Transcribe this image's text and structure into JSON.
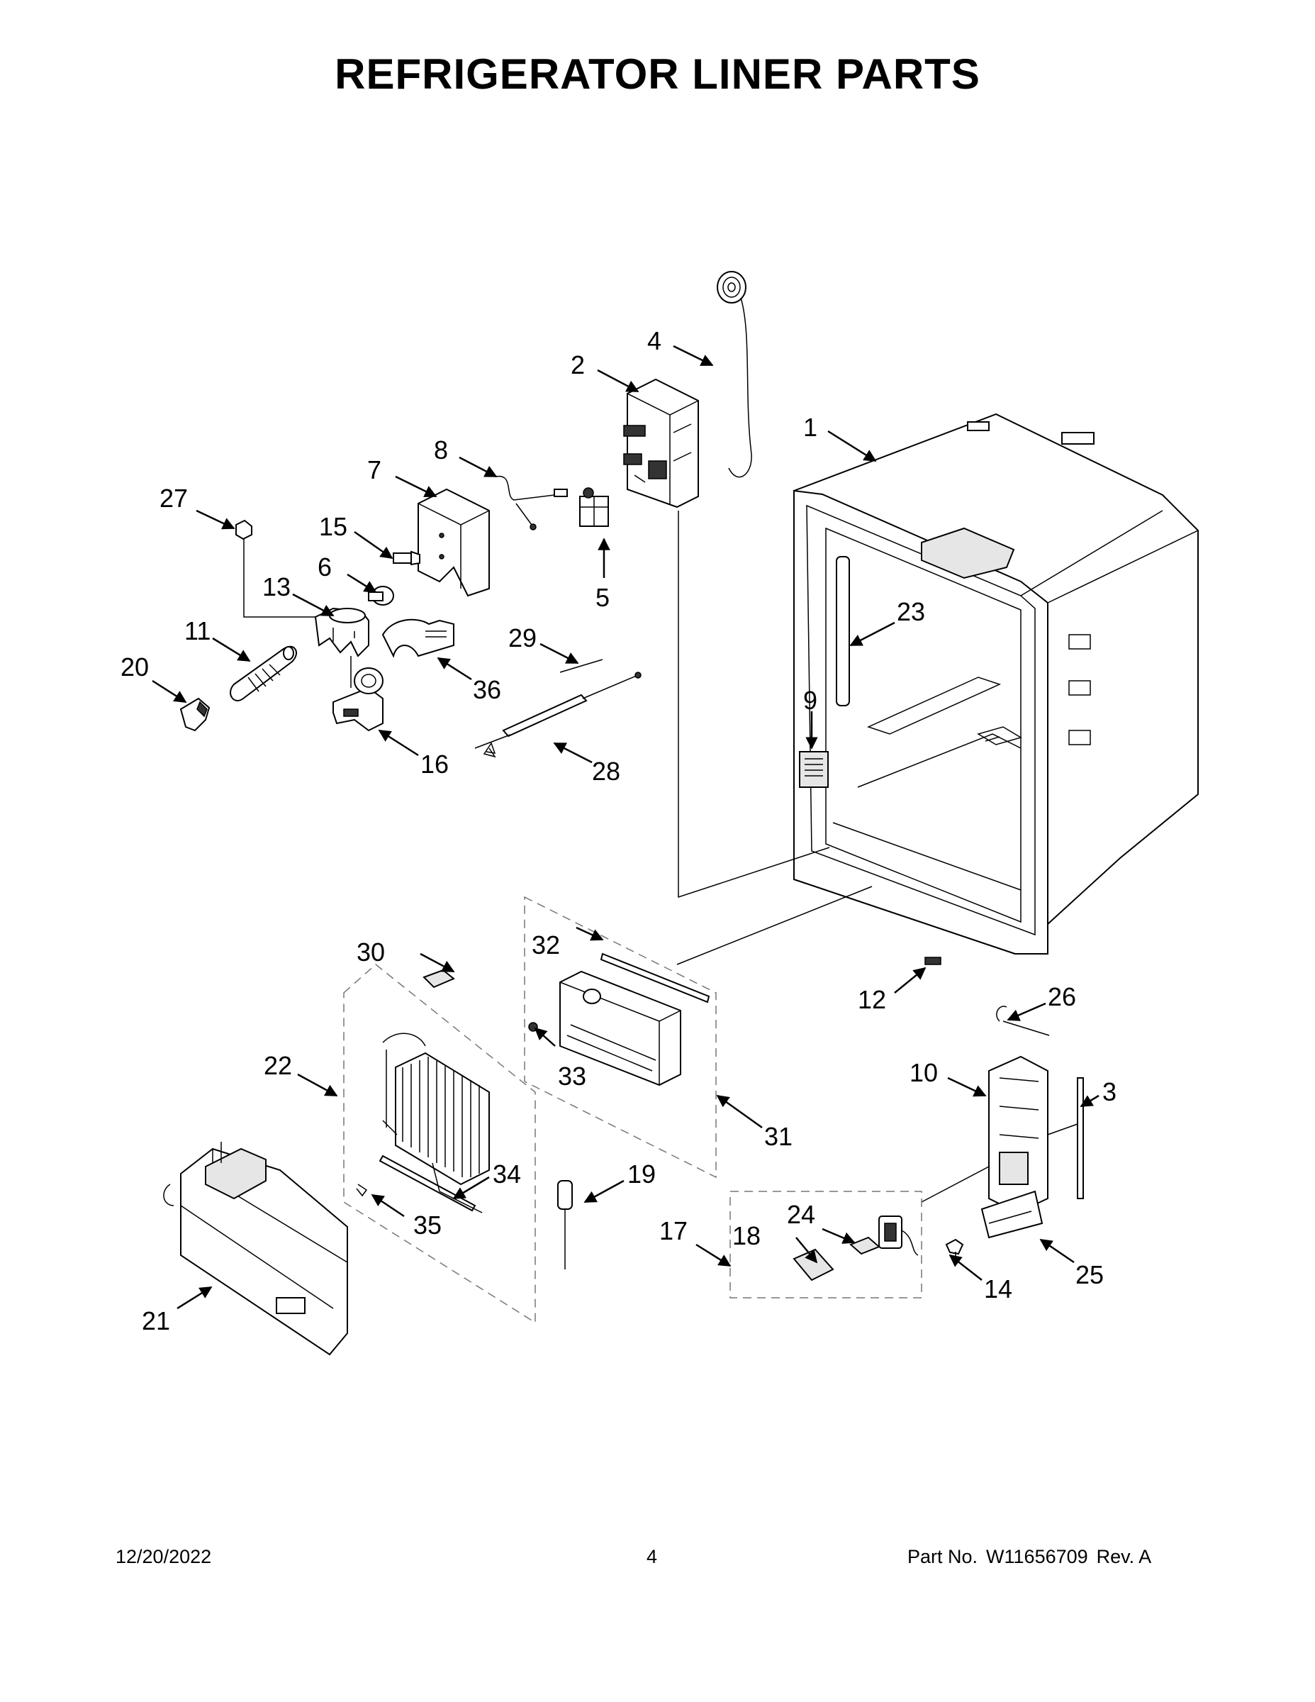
{
  "title": "REFRIGERATOR LINER PARTS",
  "footer": {
    "date": "12/20/2022",
    "page": "4",
    "part_label": "Part No.",
    "part_number": "W11656709",
    "revision": "Rev. A"
  },
  "callouts": [
    "1",
    "2",
    "3",
    "4",
    "5",
    "6",
    "7",
    "8",
    "9",
    "10",
    "11",
    "12",
    "13",
    "14",
    "15",
    "16",
    "17",
    "18",
    "19",
    "20",
    "21",
    "22",
    "23",
    "24",
    "25",
    "26",
    "27",
    "28",
    "29",
    "30",
    "31",
    "32",
    "33",
    "34",
    "35",
    "36"
  ]
}
